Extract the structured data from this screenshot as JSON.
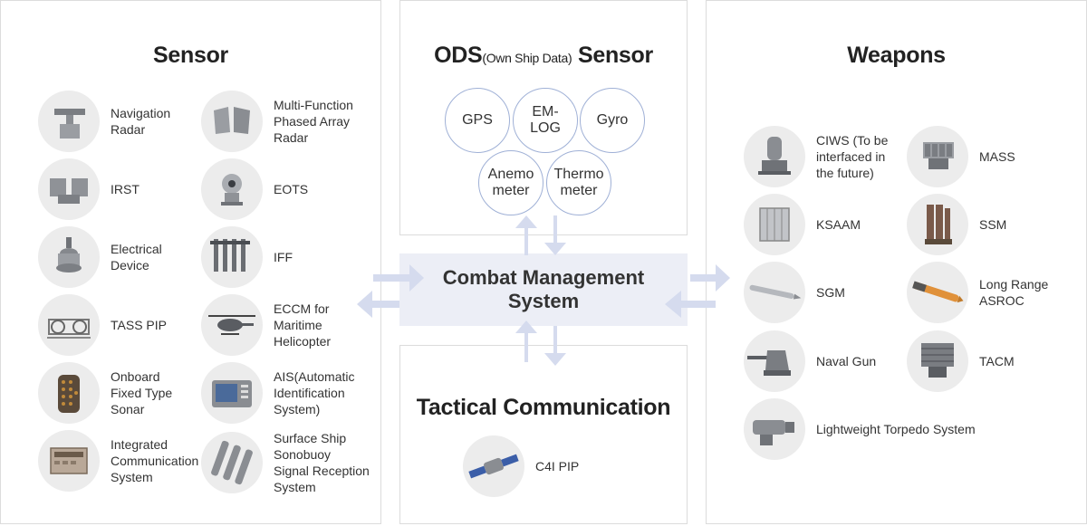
{
  "sensor": {
    "title": "Sensor",
    "items": [
      {
        "label": "Navigation\nRadar",
        "icon": "radar-icon"
      },
      {
        "label": "Multi-Function\nPhased Array\nRadar",
        "icon": "phased-array-icon"
      },
      {
        "label": "IRST",
        "icon": "irst-icon"
      },
      {
        "label": "EOTS",
        "icon": "eots-icon"
      },
      {
        "label": "Electrical\nDevice",
        "icon": "electrical-device-icon"
      },
      {
        "label": "IFF",
        "icon": "iff-icon"
      },
      {
        "label": "TASS PIP",
        "icon": "tass-icon"
      },
      {
        "label": "ECCM for\nMaritime\nHelicopter",
        "icon": "helicopter-icon"
      },
      {
        "label": "Onboard\nFixed Type\nSonar",
        "icon": "sonar-icon"
      },
      {
        "label": "AIS(Automatic\nIdentification\nSystem)",
        "icon": "ais-icon"
      },
      {
        "label": "Integrated\nCommunication\nSystem",
        "icon": "communication-icon"
      },
      {
        "label": "Surface Ship\nSonobuoy\nSignal Reception\nSystem",
        "icon": "sonobuoy-icon"
      }
    ]
  },
  "ods": {
    "title_main": "ODS",
    "title_small": "(Own Ship Data)",
    "title_end": " Sensor",
    "items": [
      "GPS",
      "EM-\nLOG",
      "Gyro",
      "Anemo\nmeter",
      "Thermo\nmeter"
    ]
  },
  "cms": {
    "label": "Combat Management\nSystem"
  },
  "tactical": {
    "title": "Tactical Communication",
    "items": [
      {
        "label": "C4I PIP",
        "icon": "satellite-icon"
      }
    ]
  },
  "weapons": {
    "title": "Weapons",
    "items": [
      {
        "label": "CIWS (To be\ninterfaced in\nthe future)",
        "icon": "ciws-icon"
      },
      {
        "label": "MASS",
        "icon": "mass-icon"
      },
      {
        "label": "KSAAM",
        "icon": "ksaam-icon"
      },
      {
        "label": "SSM",
        "icon": "ssm-icon"
      },
      {
        "label": "SGM",
        "icon": "sgm-icon"
      },
      {
        "label": "Long Range\nASROC",
        "icon": "asroc-icon"
      },
      {
        "label": "Naval Gun",
        "icon": "naval-gun-icon"
      },
      {
        "label": "TACM",
        "icon": "tacm-icon"
      },
      {
        "label": "Lightweight Torpedo System",
        "icon": "torpedo-icon"
      }
    ]
  },
  "colors": {
    "arrow": "#d5dbee",
    "ods_border": "#9fb0d6",
    "cms_bg": "#eceef6",
    "icon_bg": "#ececec"
  }
}
